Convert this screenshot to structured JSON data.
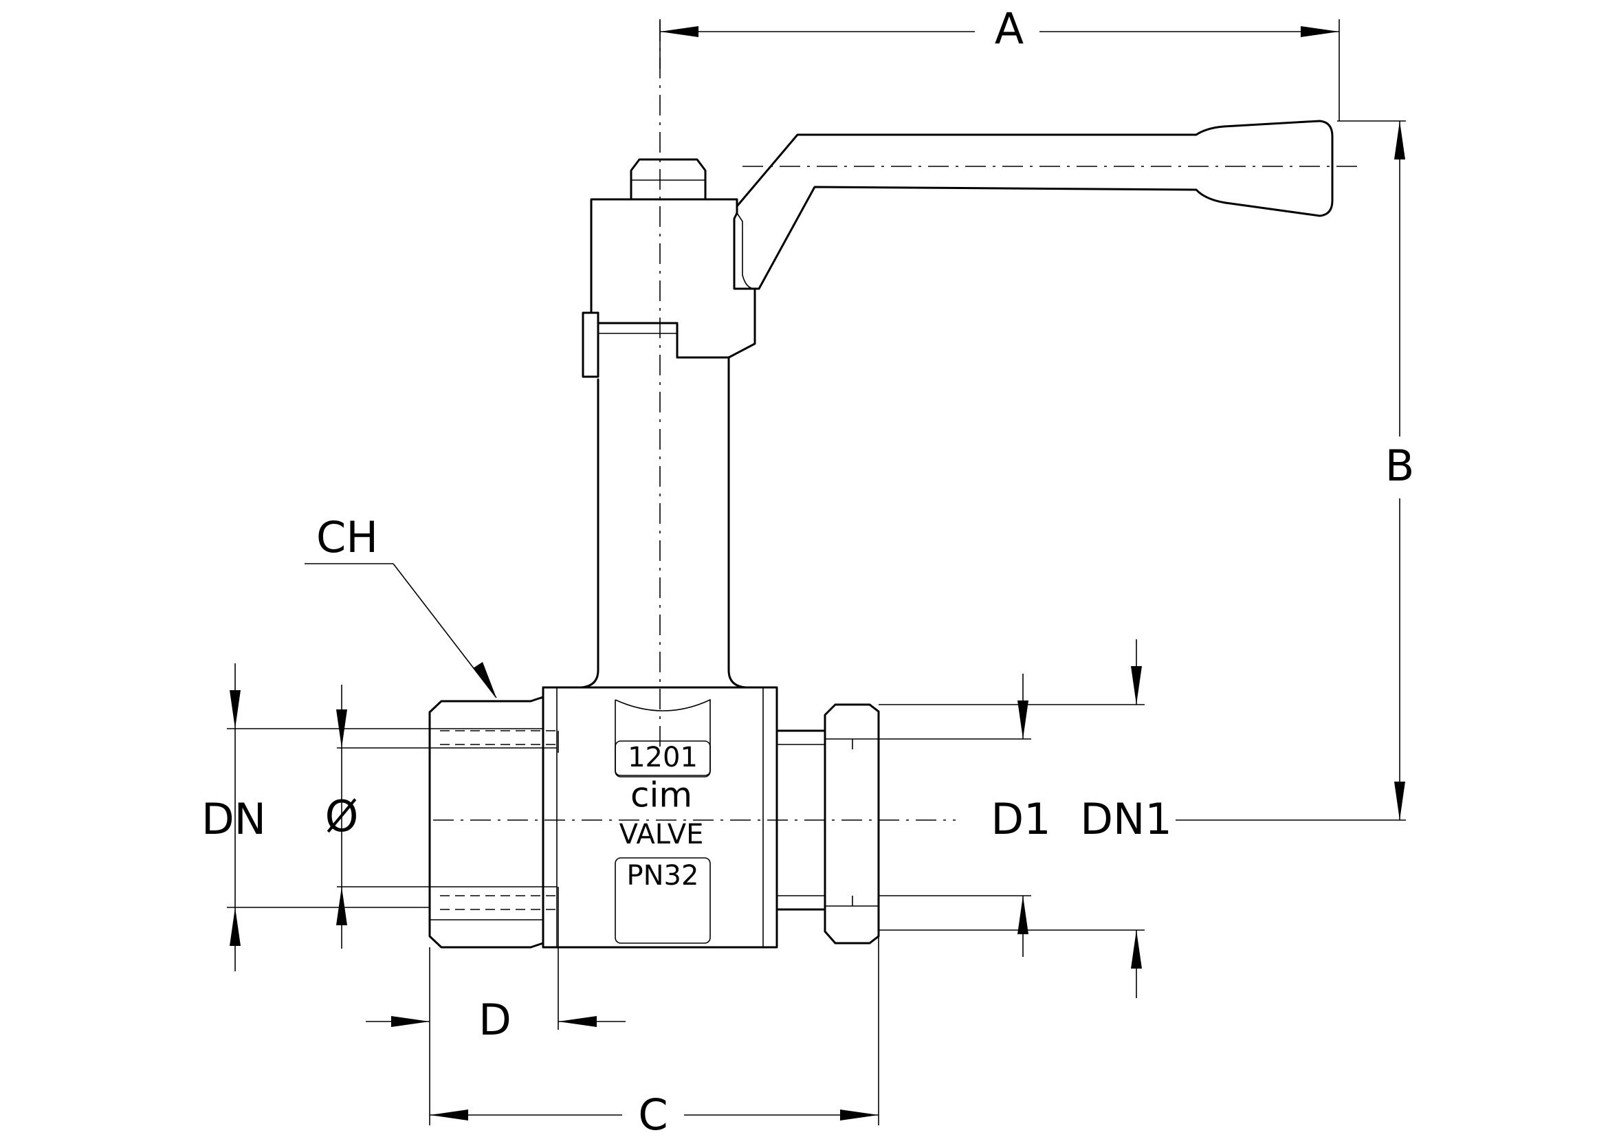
{
  "dimensions": {
    "A": "A",
    "B": "B",
    "C": "C",
    "D": "D",
    "CH": "CH",
    "DN": "DN",
    "diameter": "Ø",
    "D1": "D1",
    "DN1": "DN1"
  },
  "body_markings": {
    "model": "1201",
    "brand": "cim",
    "type": "VALVE",
    "pressure": "PN32"
  }
}
